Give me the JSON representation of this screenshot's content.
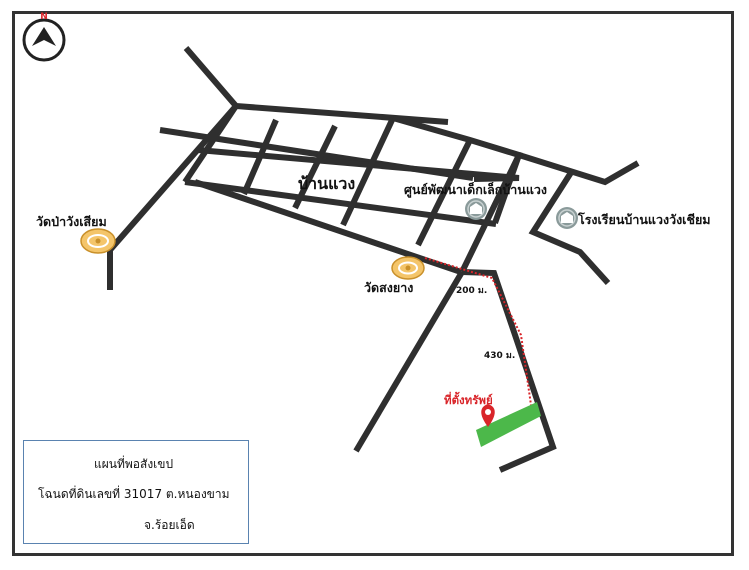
{
  "compass": {
    "letter": "N",
    "icon": "north-arrow-icon"
  },
  "labels": {
    "village": "บ้านแวง",
    "childcare_center": "ศูนย์พัฒนาเด็กเล็กบ้านแวง",
    "school": "โรงเรียนบ้านแวงวังเชียม",
    "temple_wang_siam": "วัดป่าวังเสียม",
    "temple_song_yang": "วัดสงยาง",
    "dist_200": "200 ม.",
    "dist_430": "430 ม.",
    "property": "ที่ตั้งทรัพย์"
  },
  "info_box": {
    "title": "แผนที่พอสังเขป",
    "deed": "โฉนดที่ดินเลขที่  31017 ต.หนองขาม",
    "province": "จ.ร้อยเอ็ด"
  },
  "colors": {
    "road": "#2f2f2f",
    "route": "#d9252a",
    "parcel": "#4cb84a",
    "marker": "#d9252a",
    "temple_icon": "#e0a030",
    "school_icon": "#7a8a8a",
    "box_border": "#5a83b0"
  },
  "icons": {
    "temple": "temple-icon",
    "school": "school-icon",
    "marker": "location-pin-icon"
  }
}
